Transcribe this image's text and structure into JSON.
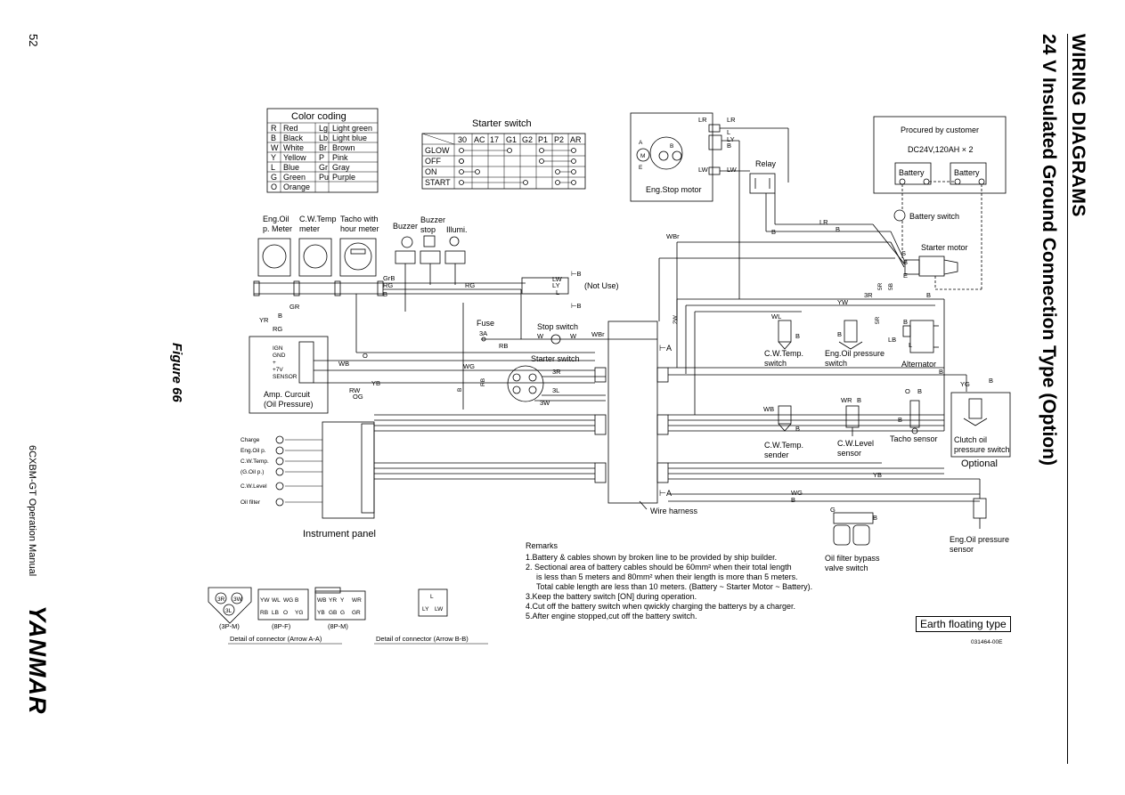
{
  "page": {
    "section_title": "WIRING DIAGRAMS",
    "subtitle": "24 V Insulated Ground Connection Type (Option)",
    "page_number": "52",
    "manual_name": "6CXBM-GT Operation Manual",
    "brand": "YANMAR",
    "figure_label": "Figure 66",
    "earth_type": "Earth floating type",
    "drawing_code": "031464-00E"
  },
  "color_coding": {
    "title": "Color coding",
    "rows": [
      [
        "R",
        "Red",
        "Lg",
        "Light green"
      ],
      [
        "B",
        "Black",
        "Lb",
        "Light blue"
      ],
      [
        "W",
        "White",
        "Br",
        "Brown"
      ],
      [
        "Y",
        "Yellow",
        "P",
        "Pink"
      ],
      [
        "L",
        "Blue",
        "Gr",
        "Gray"
      ],
      [
        "G",
        "Green",
        "Pu",
        "Purple"
      ],
      [
        "O",
        "Orange",
        "",
        ""
      ]
    ]
  },
  "starter_switch_table": {
    "title": "Starter switch",
    "headers": [
      "30",
      "AC",
      "17",
      "G1",
      "G2",
      "P1",
      "P2",
      "AR"
    ],
    "rows": [
      "GLOW",
      "OFF",
      "ON",
      "START"
    ]
  },
  "labels": {
    "eng_stop_motor": "Eng.Stop motor",
    "relay": "Relay",
    "procured": "Procured by customer",
    "battery_spec": "DC24V,120AH × 2",
    "battery": "Battery",
    "battery_switch": "Battery switch",
    "starter_motor": "Starter motor",
    "eng_oil_meter": "Eng.Oil",
    "eng_oil_meter2": "p. Meter",
    "cw_temp_meter": "C.W.Temp",
    "cw_temp_meter2": "meter",
    "tacho_meter": "Tacho with",
    "tacho_meter2": "hour meter",
    "buzzer": "Buzzer",
    "buzzer_stop": "Buzzer",
    "buzzer_stop2": "stop",
    "illumi": "Illumi.",
    "not_use": "(Not Use)",
    "fuse": "Fuse",
    "fuse_value": "3A",
    "stop_switch": "Stop switch",
    "starter_switch": "Starter switch",
    "amp_circuit": "Amp. Curcuit",
    "amp_circuit2": "(Oil Pressure)",
    "cw_temp_switch": "C.W.Temp.",
    "cw_temp_switch2": "switch",
    "eng_oil_pressure_switch": "Eng.Oil pressure",
    "eng_oil_pressure_switch2": "switch",
    "alternator": "Alternator",
    "cw_temp_sender": "C.W.Temp.",
    "cw_temp_sender2": "sender",
    "cw_level_sensor": "C.W.Level",
    "cw_level_sensor2": "sensor",
    "tacho_sensor": "Tacho sensor",
    "clutch_oil": "Clutch oil",
    "clutch_oil2": "pressure switch",
    "optional": "Optional",
    "wire_harness": "Wire harness",
    "oil_filter_bypass": "Oil filter bypass",
    "oil_filter_bypass2": "valve switch",
    "eng_oil_pressure_sensor": "Eng.Oil pressure",
    "eng_oil_pressure_sensor2": "sensor",
    "instrument_panel": "Instrument panel",
    "arrow_a": "A",
    "arrow_b": "B"
  },
  "panel_lamps": [
    "Charge",
    "Eng.Oil p.",
    "C.W.Temp.",
    "(G.Oil p.)",
    "C.W.Level",
    "Oil filter"
  ],
  "remarks": {
    "title": "Remarks",
    "lines": [
      "1.Battery & cables shown by broken line to be provided by ship builder.",
      "2. Sectional area of battery cables should be 60mm² when their total length",
      "is less than 5 meters and 80mm² when their length is more than 5 meters.",
      "Total cable length are less than 10 meters. (Battery ~ Starter Motor ~ Battery).",
      "3.Keep the battery switch [ON] during operation.",
      "4.Cut off the battery switch when qwickly charging the batterys by a charger.",
      "5.After engine stopped,cut off the battery switch."
    ]
  },
  "connectors": {
    "c3pm": "(3P-M)",
    "c8pf": "(8P-F)",
    "c8pm": "(8P-M)",
    "detail_a": "Detail of connector (Arrow A-A)",
    "detail_b": "Detail of connector (Arrow B-B)",
    "pins_3p": [
      "3R",
      "3W",
      "3L"
    ],
    "pins_8pf": [
      "YW",
      "WL",
      "WG",
      "B",
      "RB",
      "LB",
      "O",
      "YG"
    ],
    "pins_8pm": [
      "WB",
      "YR",
      "Y",
      "WR",
      "YB",
      "GB",
      "G",
      "GR"
    ],
    "pins_2p": [
      "L",
      "LY",
      "LW"
    ]
  },
  "amp_pins": [
    "IGN",
    "GND",
    "+",
    "+7V",
    "SENSOR"
  ],
  "wire_tags": [
    "LR",
    "LR",
    "L",
    "LY",
    "LW",
    "LW",
    "B",
    "B",
    "WBr",
    "3R",
    "5R",
    "5B",
    "B",
    "YW",
    "WL",
    "2W",
    "B",
    "LB",
    "L",
    "B",
    "GrB",
    "RG",
    "B",
    "GR",
    "YR",
    "RG",
    "RB",
    "WB",
    "O",
    "WG",
    "YB",
    "RW",
    "OG",
    "WG",
    "B",
    "YG",
    "WR",
    "B",
    "O",
    "LB",
    "LR",
    "LW",
    "LY",
    "W",
    "W",
    "WBr",
    "3R",
    "3L",
    "3W",
    "RB",
    "B",
    "YB",
    "G",
    "B"
  ]
}
